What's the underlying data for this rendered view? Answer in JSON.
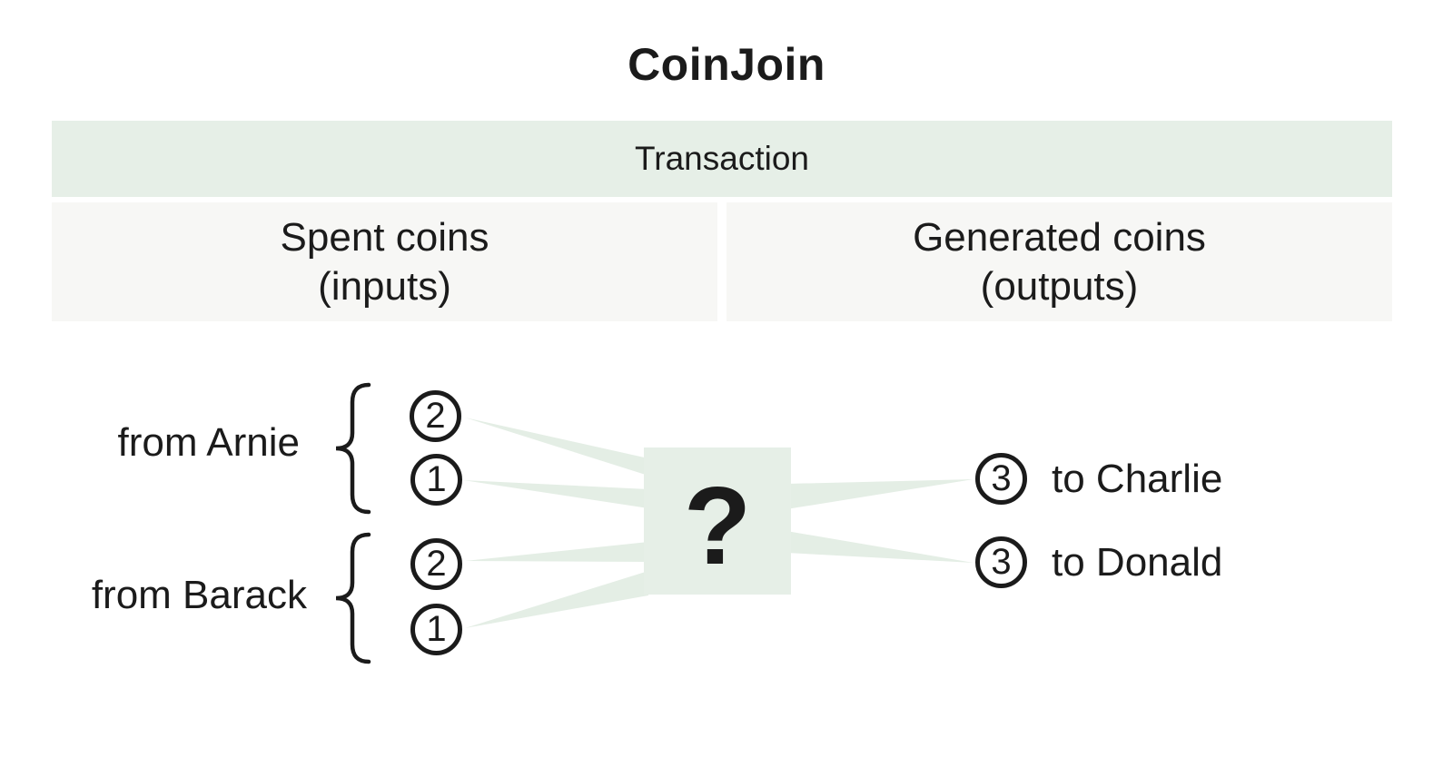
{
  "title": "CoinJoin",
  "table": {
    "transaction_label": "Transaction",
    "inputs_header": {
      "line1": "Spent coins",
      "line2": "(inputs)"
    },
    "outputs_header": {
      "line1": "Generated coins",
      "line2": "(outputs)"
    }
  },
  "diagram": {
    "mixer_symbol": "?",
    "inputs": [
      {
        "group": "from Arnie",
        "coins": [
          "2",
          "1"
        ]
      },
      {
        "group": "from Barack",
        "coins": [
          "2",
          "1"
        ]
      }
    ],
    "outputs": [
      {
        "value": "3",
        "label": "to Charlie"
      },
      {
        "value": "3",
        "label": "to Donald"
      }
    ]
  },
  "colors": {
    "green": "#e6efe7",
    "wedge": "#e4eee5",
    "gray": "#f7f7f5",
    "ink": "#1b1b1b",
    "bg": "#ffffff"
  }
}
